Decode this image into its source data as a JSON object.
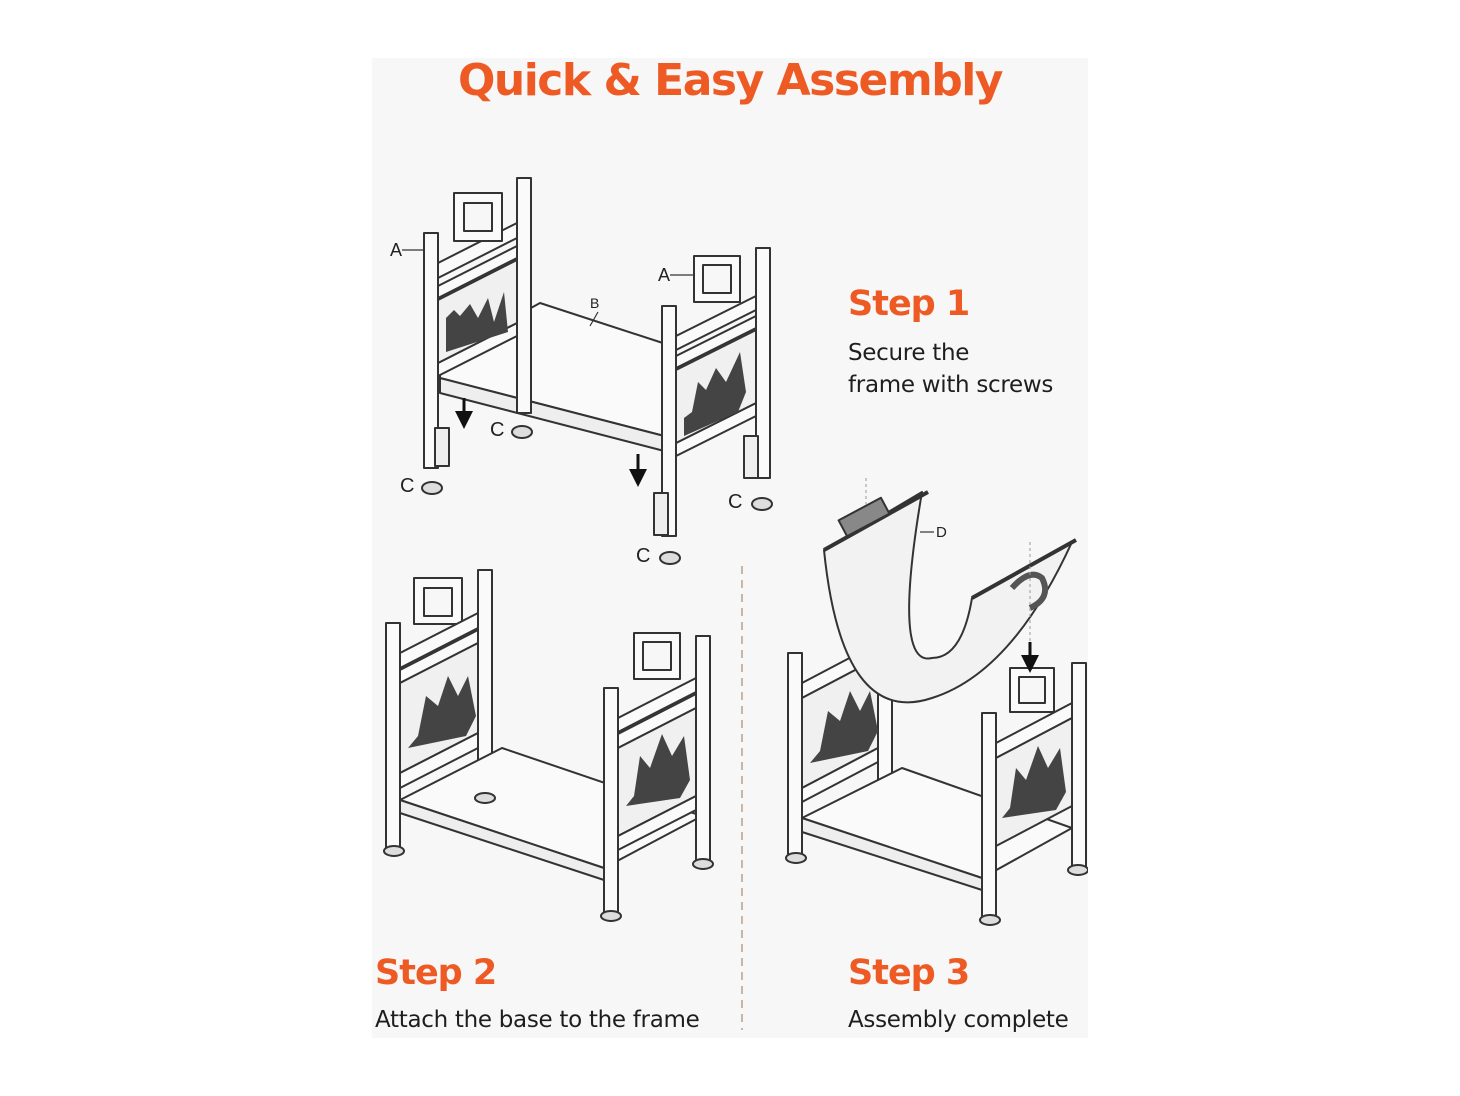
{
  "title": "Quick & Easy Assembly",
  "steps": [
    {
      "title": "Step 1",
      "desc_lines": [
        "Secure the",
        "frame with screws"
      ]
    },
    {
      "title": "Step 2",
      "desc": "Attach the base to the frame"
    },
    {
      "title": "Step 3",
      "desc": "Assembly complete"
    }
  ],
  "part_labels": {
    "a": "A",
    "b": "B",
    "c": "C",
    "d": "D"
  },
  "colors": {
    "accent": "#ee5a24",
    "panel": "#f7f7f7",
    "line": "#333333"
  }
}
